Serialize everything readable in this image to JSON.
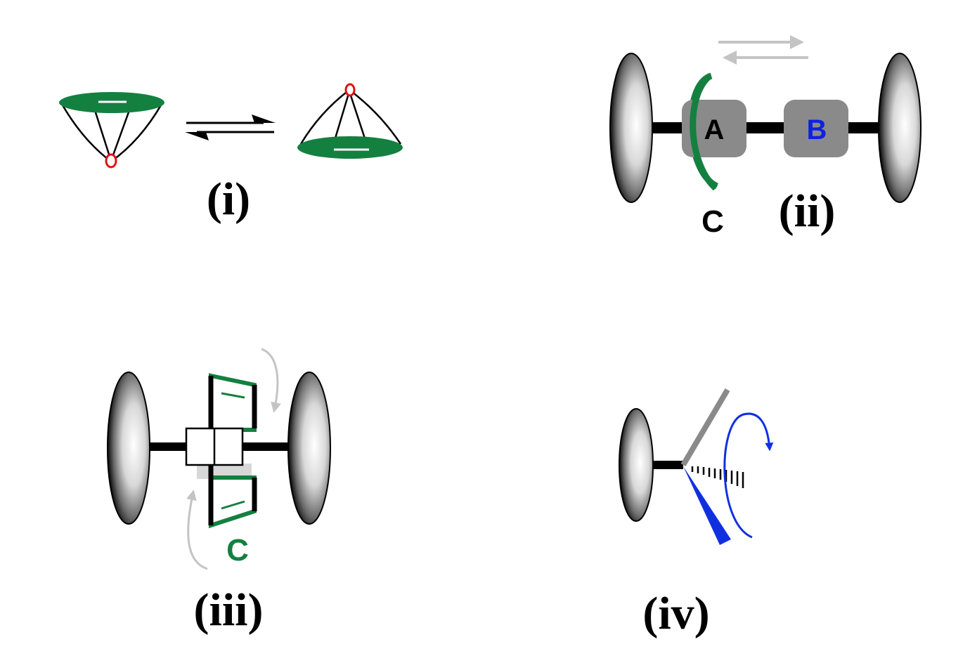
{
  "panels": {
    "i": {
      "label": "(i)"
    },
    "ii": {
      "label": "(ii)",
      "station_a": "A",
      "station_b": "B",
      "ring_label": "C"
    },
    "iii": {
      "label": "(iii)",
      "ring_label": "C"
    },
    "iv": {
      "label": "(iv)"
    }
  },
  "colors": {
    "ring_green": "#148040",
    "oxygen_red": "#e01010",
    "station_gray": "#8a8a8a",
    "station_b_text": "#1020e0",
    "rotor_blue": "#1030e0",
    "arrow_gray": "#c4c4c4"
  }
}
